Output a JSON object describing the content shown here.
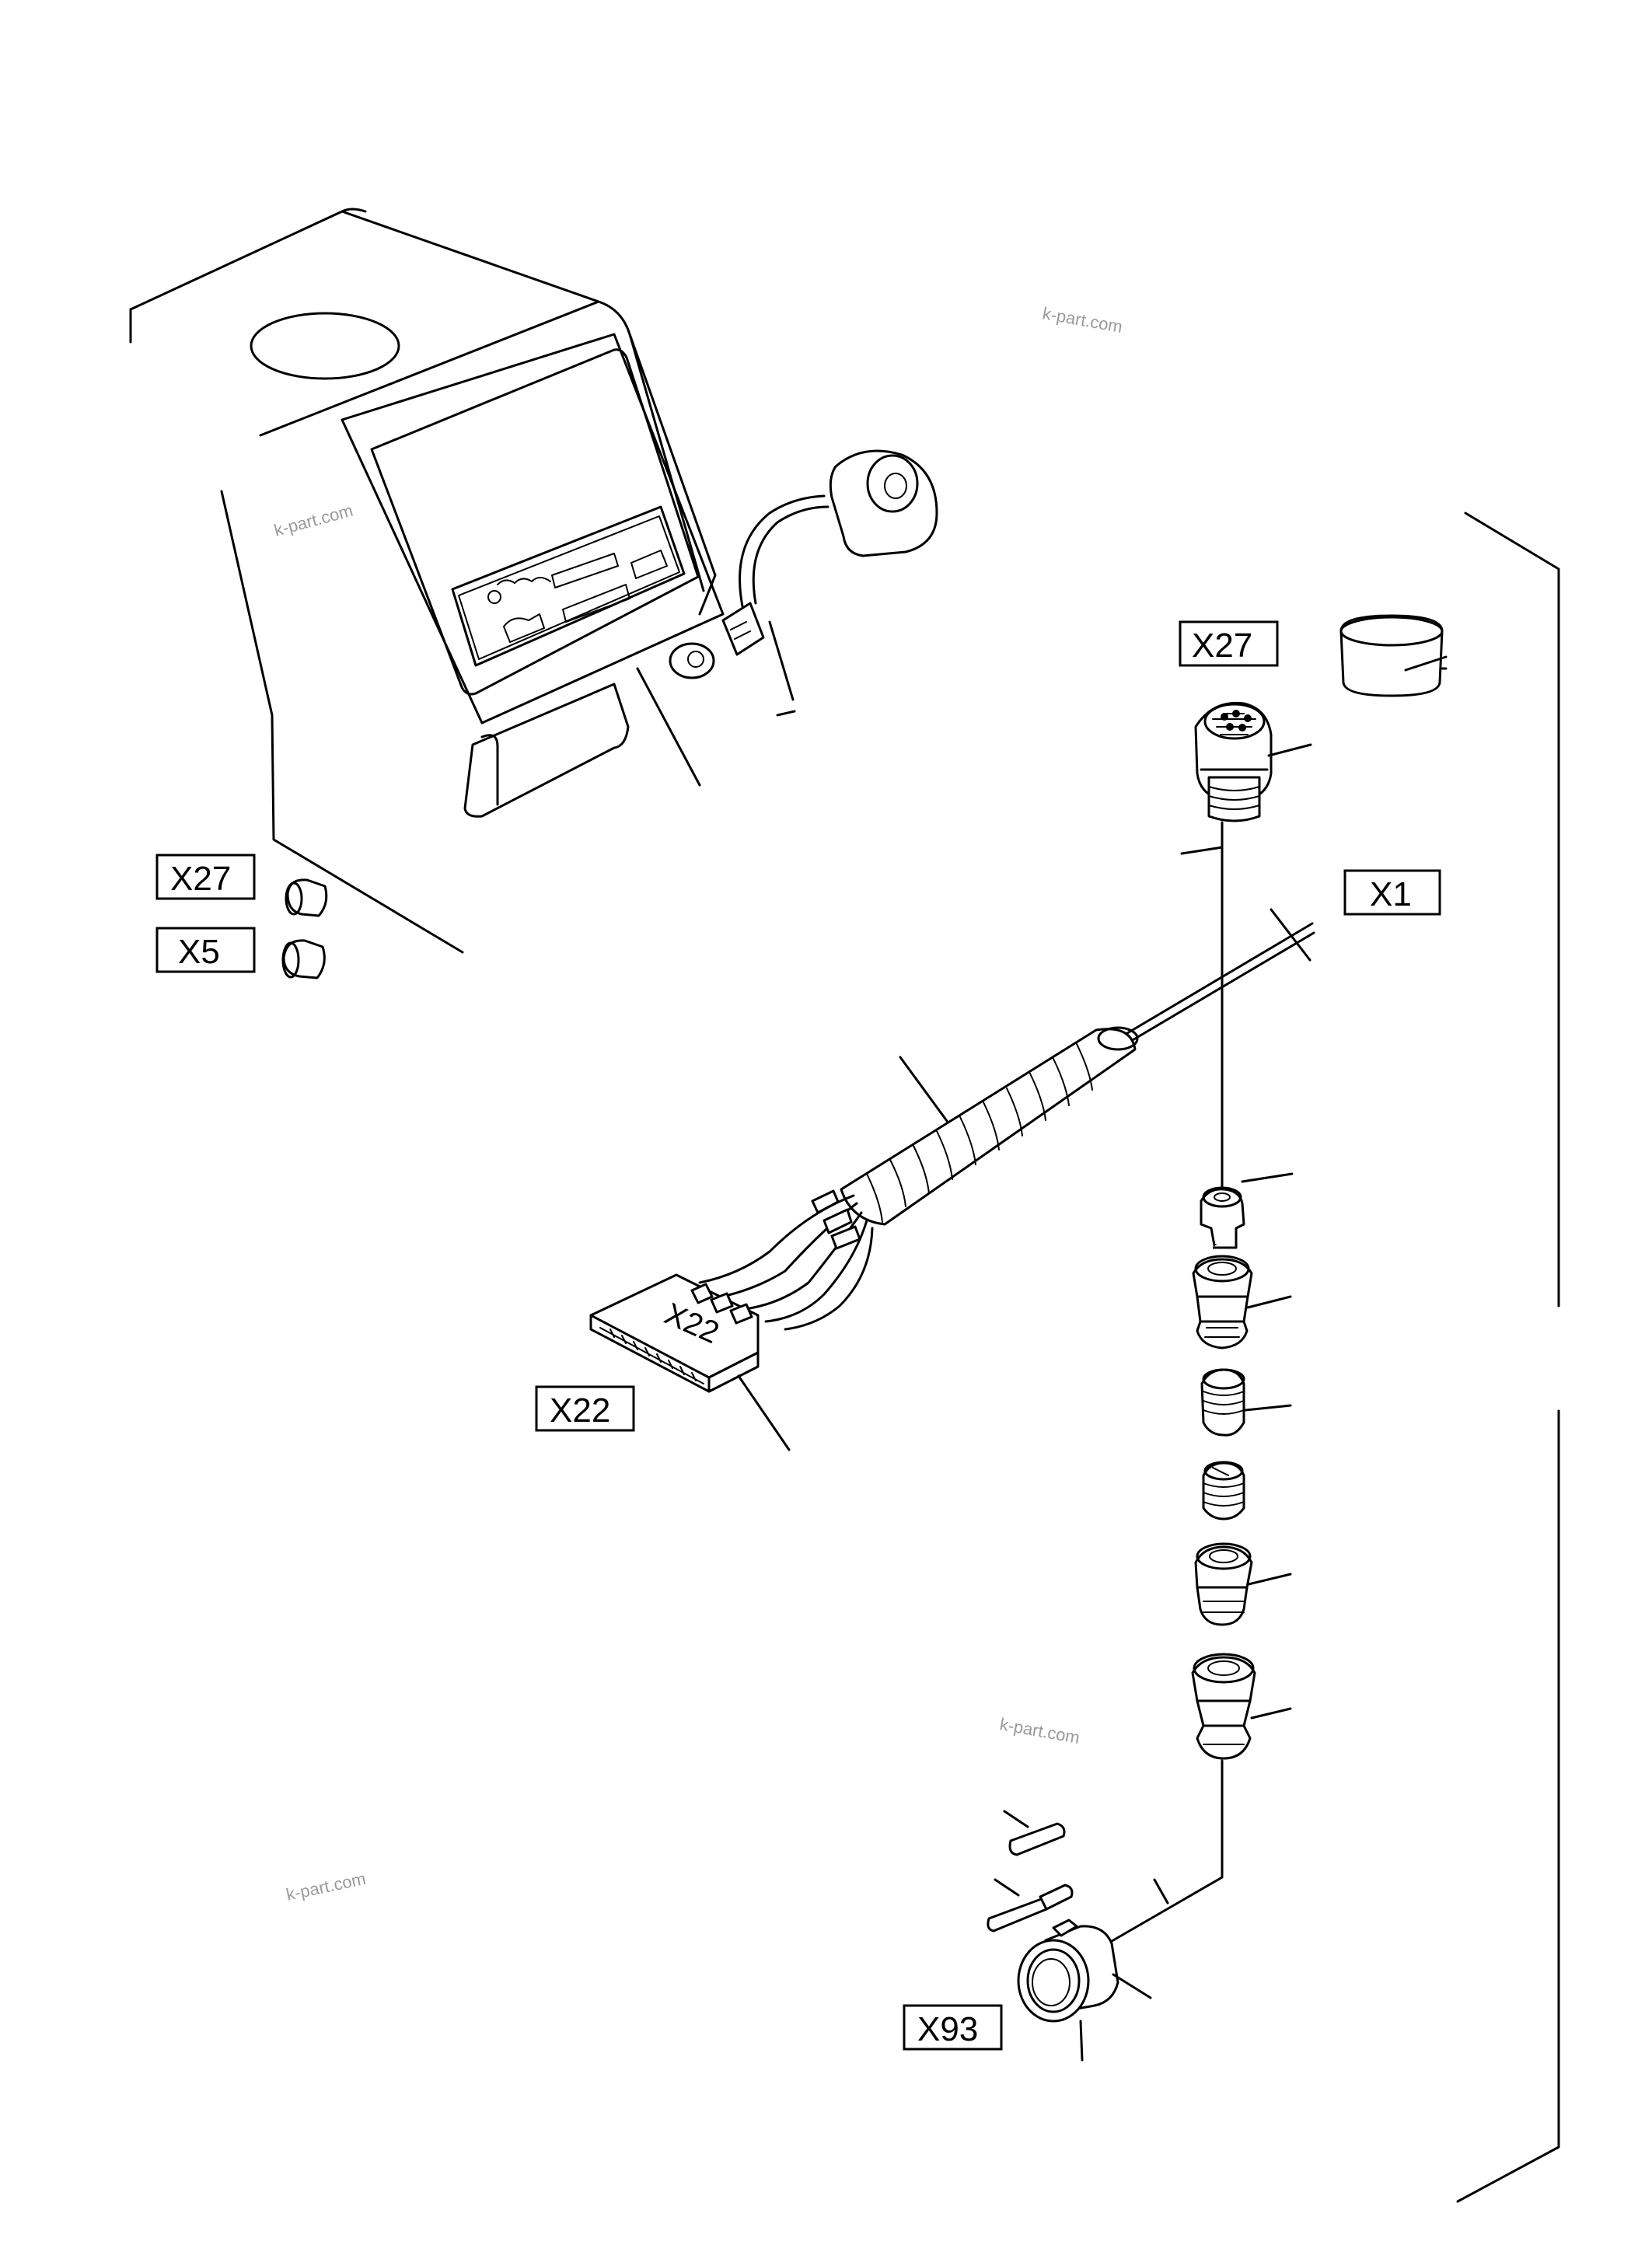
{
  "watermarks": [
    "k-part.com",
    "k-part.com",
    "k-part.com",
    "k-part.com"
  ],
  "labels": {
    "x27_top": "X27",
    "x1": "X1",
    "x27_left": "X27",
    "x5": "X5",
    "x22_box": "X22",
    "x22_on_connector": "X22",
    "x93": "X93"
  }
}
